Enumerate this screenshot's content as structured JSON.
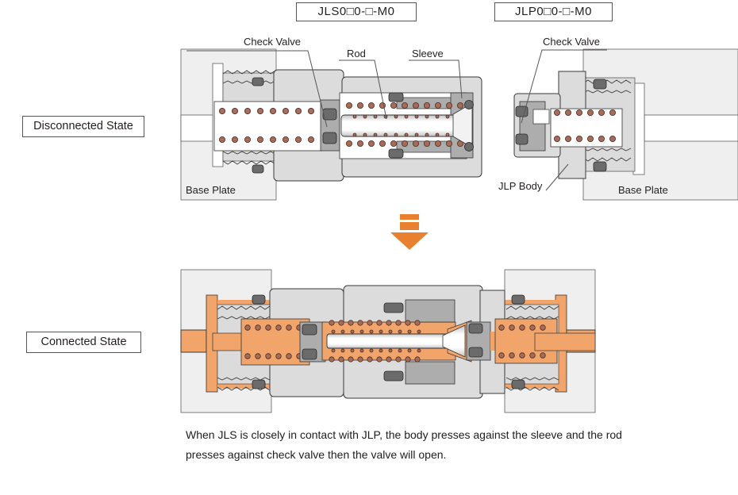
{
  "header": {
    "jls_model": "JLS0□0-□-M0",
    "jlp_model": "JLP0□0-□-M0"
  },
  "states": {
    "disconnected": "Disconnected State",
    "connected": "Connected State"
  },
  "labels": {
    "check_valve_left": "Check Valve",
    "rod": "Rod",
    "sleeve": "Sleeve",
    "check_valve_right": "Check Valve",
    "base_plate_left": "Base Plate",
    "jlp_body": "JLP Body",
    "base_plate_right": "Base Plate"
  },
  "caption": {
    "line1": "When JLS is closely in contact with JLP, the body presses against the sleeve and the rod",
    "line2": "presses against check valve then the valve will open."
  },
  "colors": {
    "fluid_orange": "#F2A56B",
    "arrow_orange": "#E8802F",
    "spring_brown": "#A96B57",
    "body_gray": "#DCDCDC",
    "plate_gray": "#EFEFEF",
    "mid_gray": "#ADADAD",
    "dark_gray": "#6B6B6B"
  }
}
